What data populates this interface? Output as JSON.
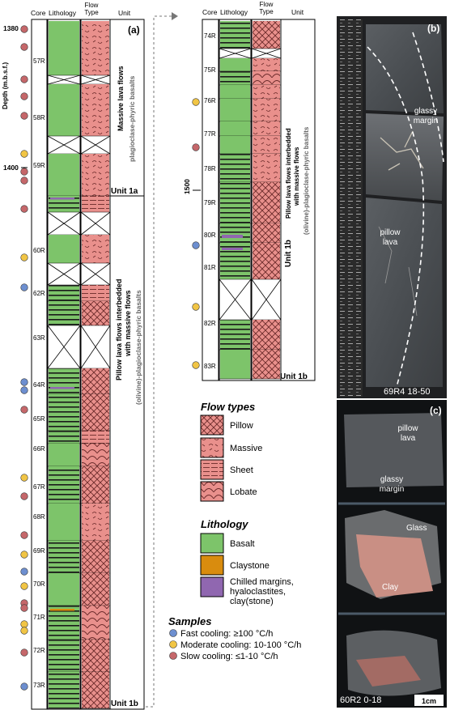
{
  "panel_a": {
    "label": "(a)",
    "col_headers": {
      "core": "Core",
      "lithology": "Lithology",
      "flow_type": "Flow\nType",
      "unit": "Unit"
    },
    "depth_axis": {
      "title": "Depth (m.b.s.f.)",
      "ticks": [
        "1380",
        "1400"
      ]
    },
    "cores": [
      "57R",
      "58R",
      "59R",
      "60R",
      "62R",
      "63R",
      "64R",
      "65R",
      "66R",
      "67R",
      "68R",
      "69R",
      "70R",
      "71R",
      "72R",
      "73R"
    ],
    "unit_1a": {
      "title": "Massive lava flows",
      "subtitle": "plagioclase-phyric basalts",
      "label": "Unit 1a"
    },
    "unit_1b": {
      "title_line1": "Pillow lava flows interbedded",
      "title_line2": "with massive flows",
      "subtitle": "(olivine)-plagioclase-phyric basalts",
      "label": "Unit 1b"
    }
  },
  "panel_a2": {
    "col_headers": {
      "core": "Core",
      "lithology": "Lithology",
      "flow_type": "Flow\nType",
      "unit": "Unit"
    },
    "depth_axis": {
      "ticks": [
        "1500"
      ]
    },
    "cores": [
      "74R",
      "75R",
      "76R",
      "77R",
      "78R",
      "79R",
      "80R",
      "81R",
      "82R",
      "83R"
    ],
    "unit_1b": {
      "label_big": "Unit 1b",
      "title_line1": "Pillow lava flows interbedded",
      "title_line2": "with massive flows",
      "subtitle": "(olivine)-plagioclase-phyric basalts",
      "label": "Unit 1b"
    }
  },
  "legend": {
    "flow_types_title": "Flow types",
    "flow_types": [
      "Pillow",
      "Massive",
      "Sheet",
      "Lobate"
    ],
    "lithology_title": "Lithology",
    "lithology": [
      {
        "label": "Basalt",
        "color": "#7dc46a"
      },
      {
        "label": "Claystone",
        "color": "#d98c0e"
      },
      {
        "label": "Chilled margins,\nhyaloclastites,\nclay(stone)",
        "color": "#9067b0"
      }
    ],
    "samples_title": "Samples",
    "samples": [
      {
        "label": "Fast cooling: ≥100 °C/h",
        "color": "#6d8fd0"
      },
      {
        "label": "Moderate cooling: 10-100 °C/h",
        "color": "#f1c545"
      },
      {
        "label": "Slow cooling: ≤1-10 °C/h",
        "color": "#c5676a"
      }
    ]
  },
  "photo_b": {
    "label": "(b)",
    "glassy_margin": "glassy\nmargin",
    "pillow_lava": "pillow\nlava",
    "caption": "69R4 18-50"
  },
  "photo_c": {
    "label": "(c)",
    "pillow_lava": "pillow\nlava",
    "glassy_margin": "glassy\nmargin",
    "glass": "Glass",
    "clay": "Clay",
    "caption": "60R2 0-18",
    "scale": "1cm"
  },
  "colors": {
    "basalt": "#7dc46a",
    "flow": "#e9908c",
    "flow_dark": "#b5504e",
    "purple": "#9067b0",
    "blue": "#6d8fd0",
    "yellow": "#f1c545",
    "red": "#c5676a"
  }
}
